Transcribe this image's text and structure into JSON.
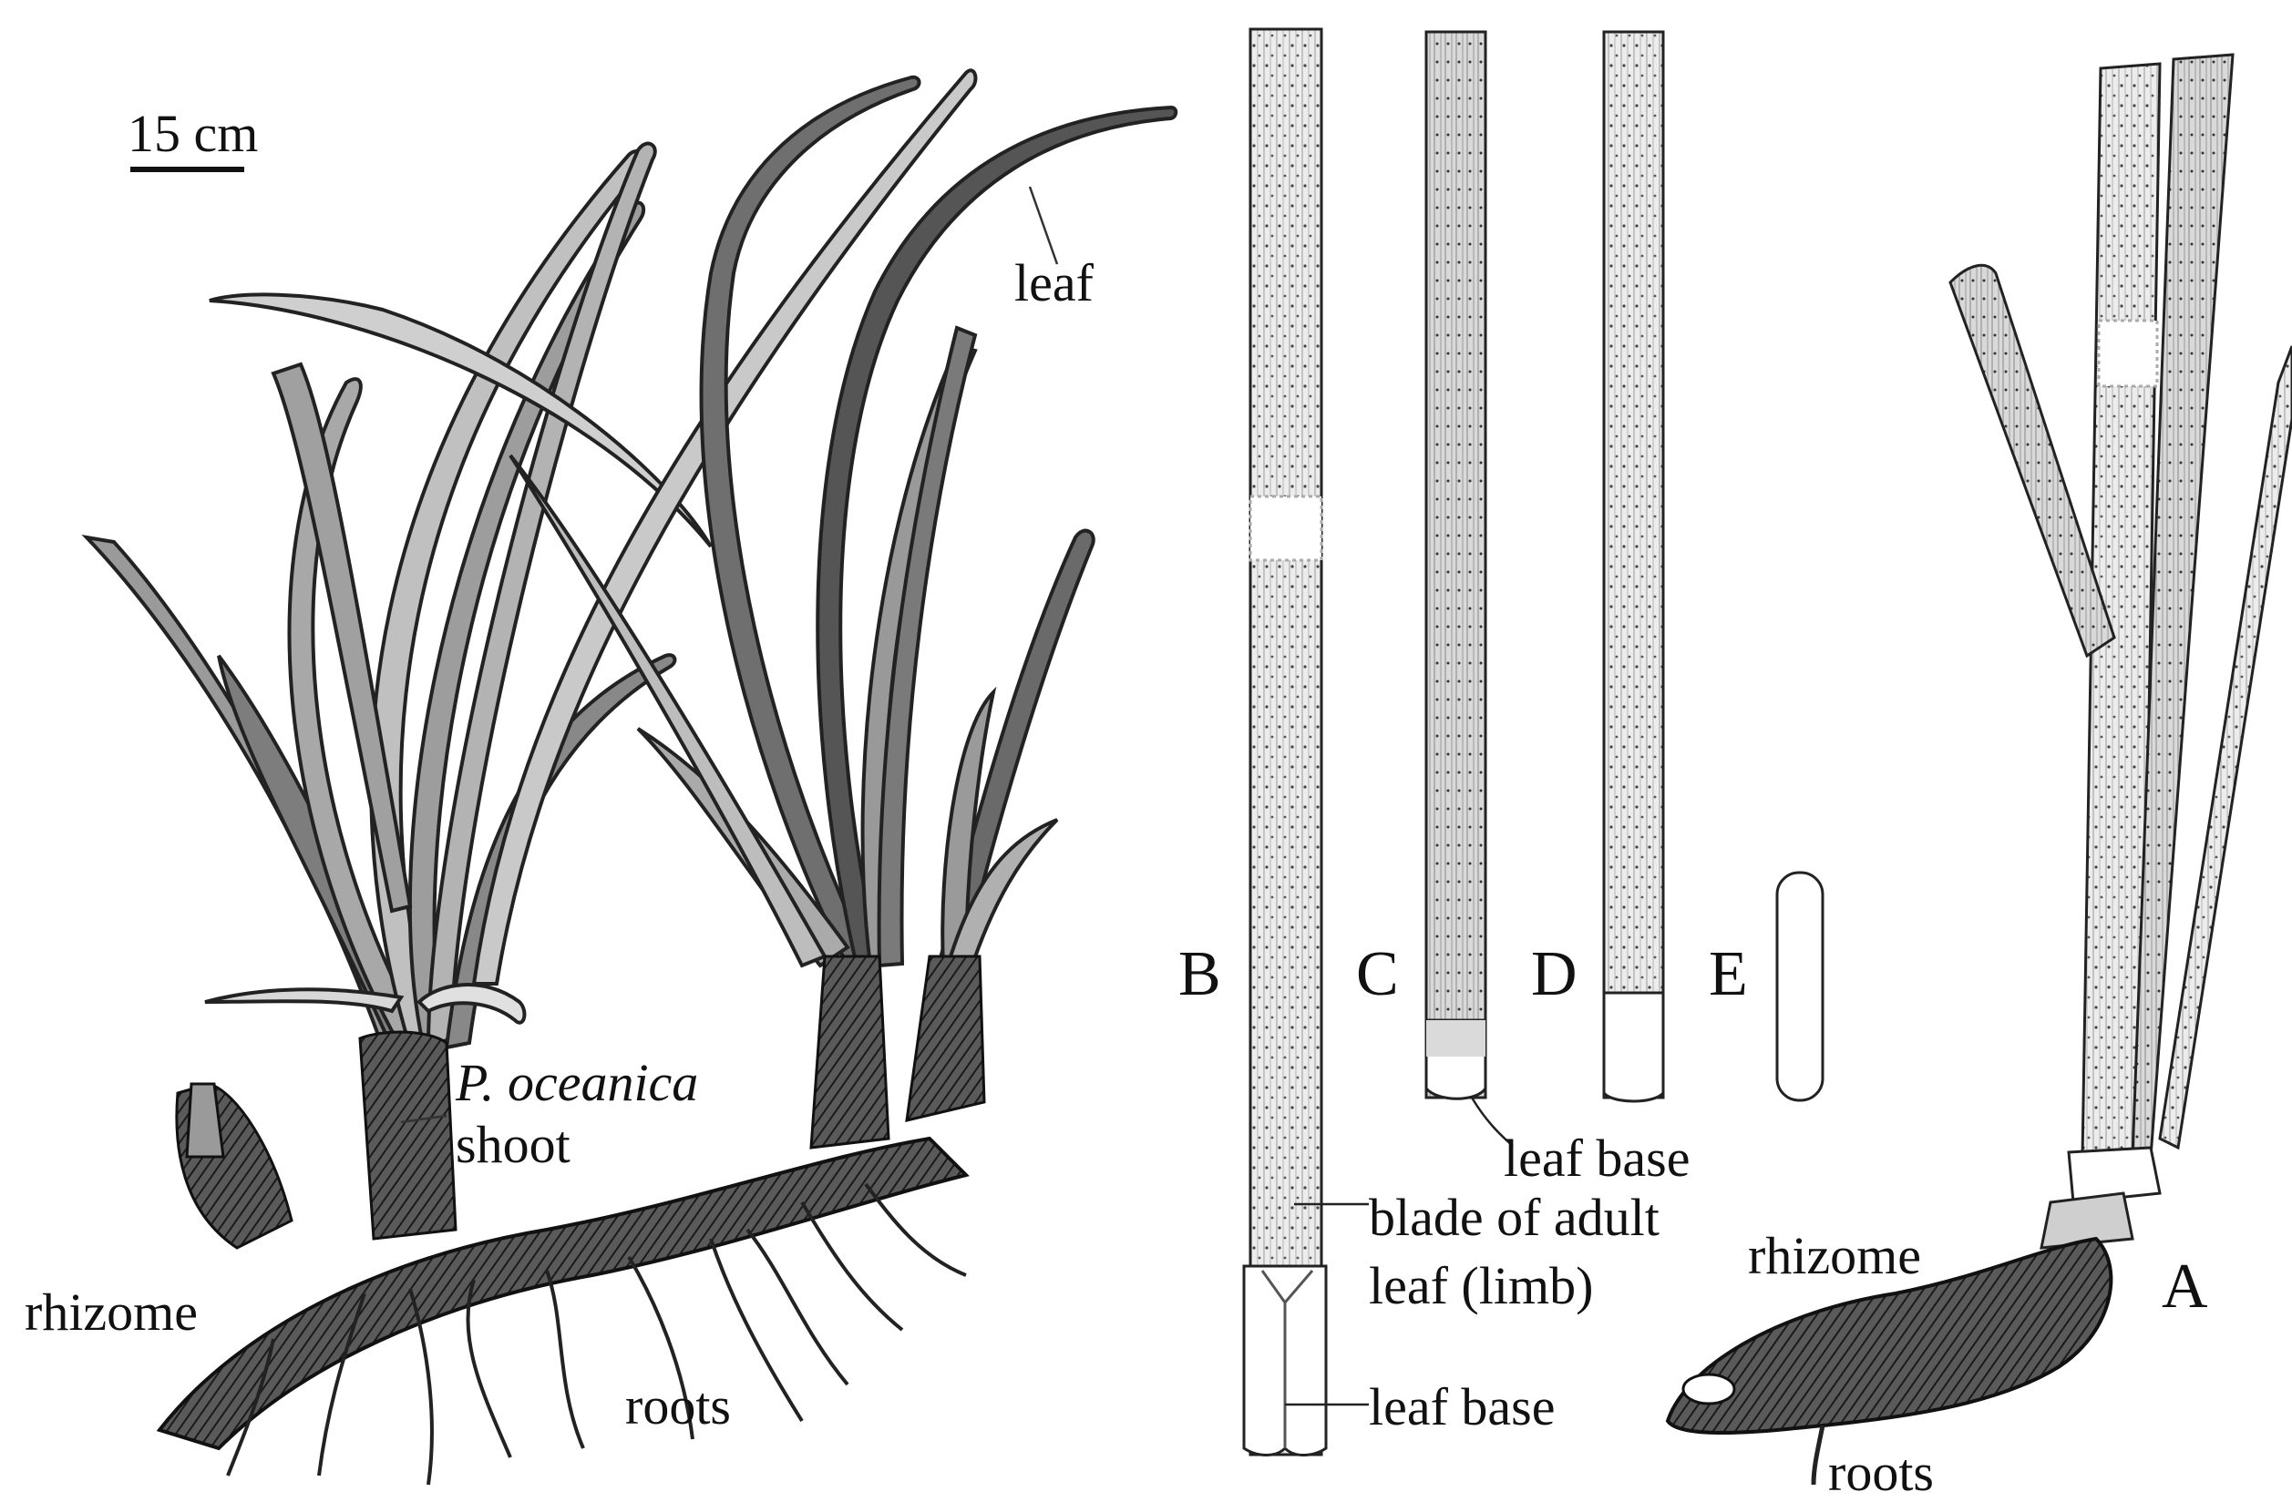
{
  "scale_bar": {
    "label": "15 cm"
  },
  "left_panel": {
    "labels": {
      "leaf": "leaf",
      "species": "P. oceanica",
      "shoot": "shoot",
      "rhizome": "rhizome",
      "roots": "roots"
    }
  },
  "right_panel": {
    "panel_letters": [
      "B",
      "C",
      "D",
      "E",
      "A"
    ],
    "labels": {
      "leaf_base_c": "leaf base",
      "blade_line1": "blade of adult",
      "blade_line2": "leaf (limb)",
      "leaf_base_b": "leaf base",
      "rhizome": "rhizome",
      "roots": "roots"
    }
  },
  "colors": {
    "ink": "#1a1a1a",
    "leaf_fill": "#8c8c8c",
    "leaf_light": "#c8c8c8",
    "rhizome": "#3a3a3a"
  }
}
